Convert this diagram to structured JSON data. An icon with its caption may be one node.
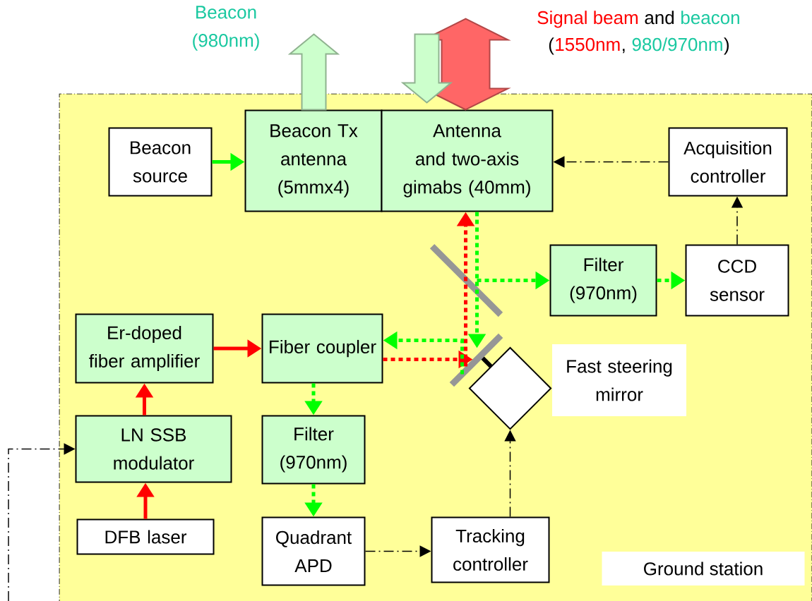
{
  "diagram": {
    "nodes": [
      {
        "text": [
          "Ground station"
        ]
      },
      {
        "text": [
          "Beacon source"
        ],
        "in": 0
      },
      {
        "text": [
          "Beacon Tx antenna (5mmx4)"
        ],
        "in": 0
      },
      {
        "text": [
          "Antenna and two-axis gimabs (40mm)"
        ],
        "in": 0
      },
      {
        "text": [
          "Acquisition controller"
        ],
        "in": 0
      },
      {
        "text": [
          "Filter (970nm)"
        ],
        "in": 0
      },
      {
        "text": [
          "CCD sensor"
        ],
        "in": 0
      },
      {
        "text": [
          "Er-doped fiber amplifier"
        ],
        "in": 0
      },
      {
        "text": [
          "Fiber coupler"
        ],
        "in": 0
      },
      {
        "text": [
          "LN SSB modulator"
        ],
        "in": 0
      },
      {
        "text": [
          "Filter (970nm)"
        ],
        "in": 0
      },
      {
        "text": [
          "DFB laser"
        ],
        "in": 0
      },
      {
        "text": [
          "Quadrant APD"
        ],
        "in": 0
      },
      {
        "text": [
          "Tracking controller"
        ],
        "in": 0
      },
      {
        "text": [
          "Fast steering mirror"
        ],
        "in": 0
      },
      {
        "text": [],
        "shape": "bar",
        "in": 0
      },
      {
        "text": [],
        "shape": "bar",
        "in": 0
      }
    ],
    "edges": [
      {
        "from": 1,
        "to": 2,
        "arrow": "to",
        "color": "#00ff00"
      },
      {
        "from": 4,
        "to": 3,
        "arrow": "to",
        "style": "dashed",
        "color": "#000000"
      },
      {
        "from": 6,
        "to": 4,
        "arrow": "to",
        "style": "dashed",
        "color": "#000000"
      },
      {
        "from": 5,
        "to": 6,
        "arrow": "to",
        "style": "dashed",
        "color": "#00ff00"
      },
      {
        "from": 7,
        "to": 8,
        "arrow": "to",
        "color": "#ff0000"
      },
      {
        "from": 9,
        "to": 7,
        "arrow": "to",
        "color": "#ff0000"
      },
      {
        "from": 11,
        "to": 9,
        "arrow": "to",
        "color": "#ff0000"
      },
      {
        "from": 8,
        "to": 10,
        "arrow": "to",
        "style": "dashed",
        "color": "#00ff00"
      },
      {
        "from": 10,
        "to": 12,
        "arrow": "to",
        "style": "dashed",
        "color": "#00ff00"
      },
      {
        "from": 12,
        "to": 13,
        "arrow": "to",
        "style": "dashed",
        "color": "#000000"
      },
      {
        "from": 13,
        "to": 14,
        "arrow": "to",
        "style": "dashed",
        "color": "#000000"
      },
      {
        "from": null,
        "to": 9,
        "arrow": "to",
        "style": "dashed",
        "color": "#000000"
      },
      {
        "from": 2,
        "to": null,
        "arrow": "to",
        "style": "thick",
        "color": "#ccffcc"
      },
      {
        "from": null,
        "to": 3,
        "arrow": "both",
        "style": "thick",
        "color": "#ff6666"
      },
      {
        "from": null,
        "to": 3,
        "arrow": "to",
        "style": "thick",
        "color": "#ccffcc"
      },
      {
        "from": 8,
        "to": 16,
        "arrow": "to",
        "style": "dashed",
        "color": "#ff0000"
      },
      {
        "from": 16,
        "to": 3,
        "arrow": "to",
        "style": "dashed",
        "color": "#ff0000"
      },
      {
        "from": 3,
        "to": 16,
        "arrow": "to",
        "style": "dashed",
        "color": "#00ff00"
      },
      {
        "from": 15,
        "to": 5,
        "arrow": "to",
        "style": "dashed",
        "color": "#00ff00"
      },
      {
        "from": 16,
        "to": 8,
        "arrow": "to",
        "style": "dashed",
        "color": "#00ff00"
      }
    ],
    "labels": [
      "Beacon (980nm)",
      "Signal beam",
      "and",
      "beacon",
      "(",
      "1550nm",
      ",",
      "980/970nm",
      ")"
    ]
  }
}
